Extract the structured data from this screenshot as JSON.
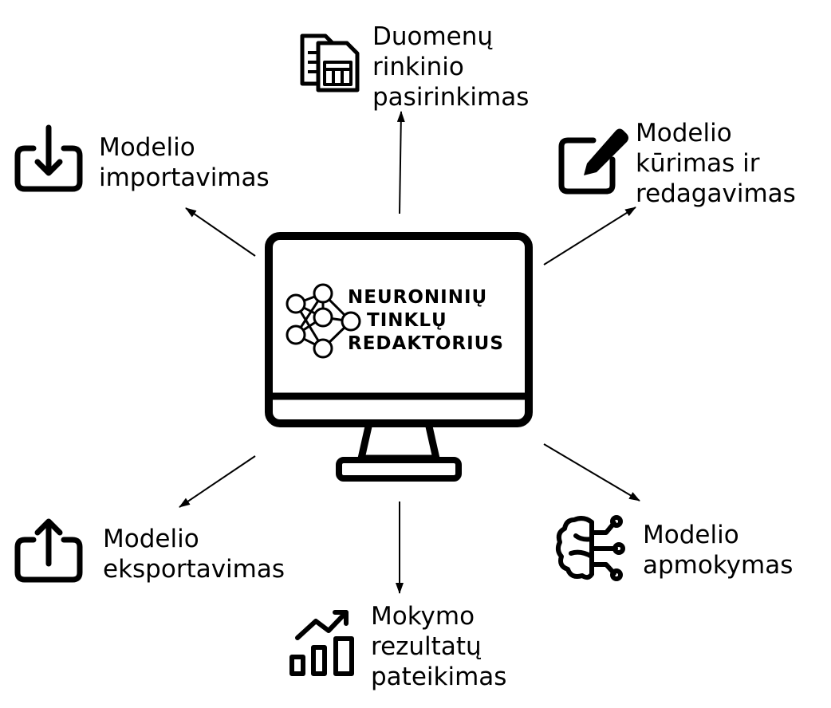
{
  "center": {
    "title_lines": [
      "NEURONINIŲ",
      "TINKLŲ",
      "REDAKTORIUS"
    ],
    "icon": "monitor-icon",
    "logo_icon": "neural-network-icon"
  },
  "nodes": {
    "dataset": {
      "lines": [
        "Duomenų",
        "rinkinio",
        "pasirinkimas"
      ],
      "icon": "spreadsheet-files-icon"
    },
    "edit": {
      "lines": [
        "Modelio",
        "kūrimas ir",
        "redagavimas"
      ],
      "icon": "edit-pencil-icon"
    },
    "import": {
      "lines": [
        "Modelio",
        "importavimas"
      ],
      "icon": "download-icon"
    },
    "export": {
      "lines": [
        "Modelio",
        "eksportavimas"
      ],
      "icon": "upload-icon"
    },
    "train": {
      "lines": [
        "Modelio",
        "apmokymas"
      ],
      "icon": "brain-circuit-icon"
    },
    "results": {
      "lines": [
        "Mokymo",
        "rezultatų",
        "pateikimas"
      ],
      "icon": "growth-chart-icon"
    }
  },
  "colors": {
    "stroke": "#000000",
    "background": "#ffffff"
  }
}
